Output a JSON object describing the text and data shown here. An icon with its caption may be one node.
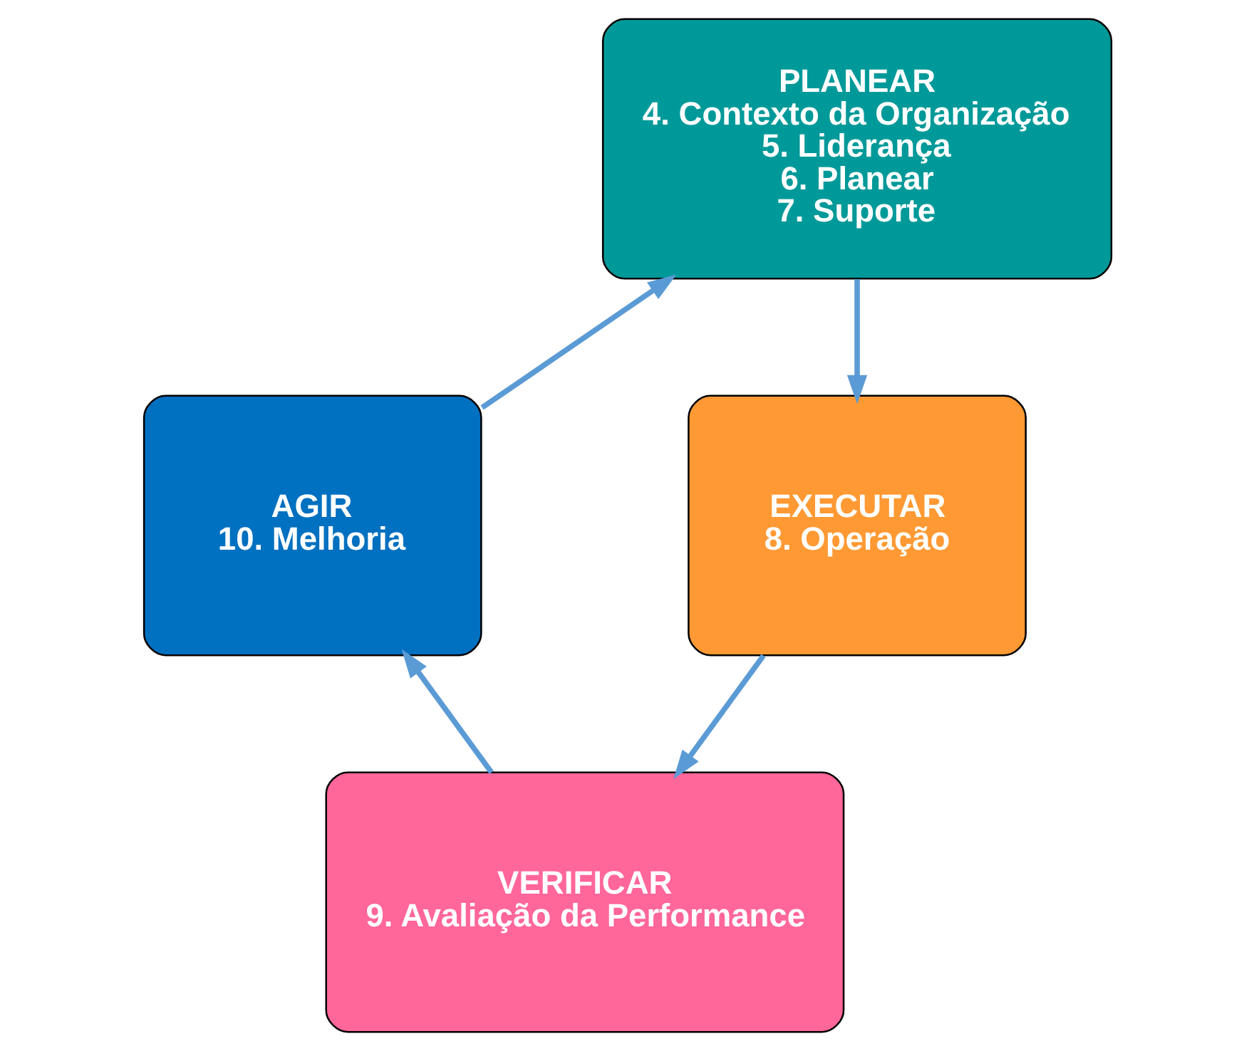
{
  "diagram": {
    "nodes": [
      {
        "text": [
          "PLANEAR",
          "4. Contexto da Organização",
          "5. Liderança",
          "6. Planear",
          "7. Suporte"
        ]
      },
      {
        "text": [
          "EXECUTAR",
          "8. Operação"
        ]
      },
      {
        "text": [
          "VERIFICAR",
          "9. Avaliação da Performance"
        ]
      },
      {
        "text": [
          "AGIR",
          "10. Melhoria"
        ]
      }
    ],
    "edges": [
      {
        "from": 0,
        "to": 1,
        "arrow": "to"
      },
      {
        "from": 1,
        "to": 2,
        "arrow": "to"
      },
      {
        "from": 2,
        "to": 3,
        "arrow": "to"
      },
      {
        "from": 3,
        "to": 0,
        "arrow": "to"
      }
    ]
  }
}
